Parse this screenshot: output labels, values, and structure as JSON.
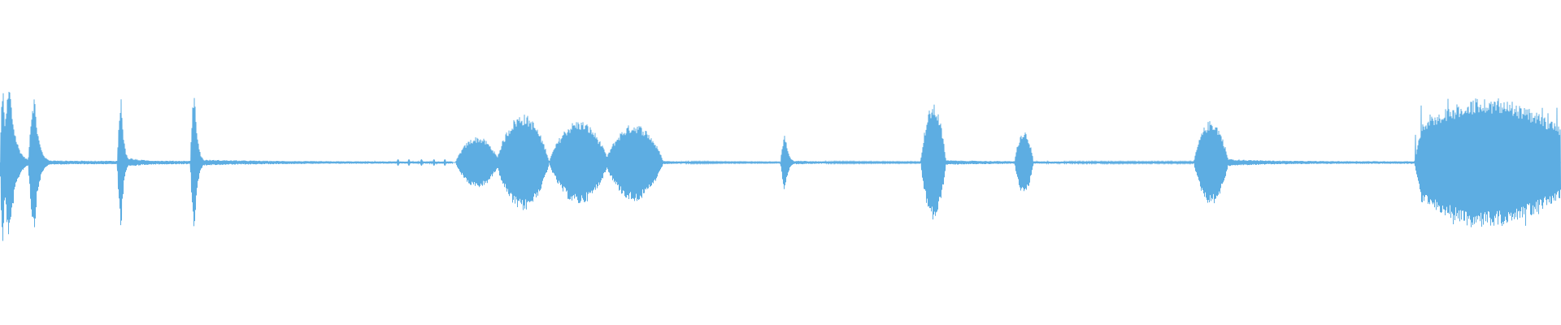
{
  "waveform": {
    "color": "#5dade2",
    "background": "#ffffff",
    "segments": [
      {
        "kind": "burst",
        "start": 0.0,
        "end": 0.008,
        "peak": 0.5,
        "attack": 0.25,
        "freq": 260
      },
      {
        "kind": "burst",
        "start": 0.002,
        "end": 0.02,
        "peak": 0.48,
        "attack": 0.25,
        "freq": 260
      },
      {
        "kind": "burst",
        "start": 0.018,
        "end": 0.032,
        "peak": 0.42,
        "attack": 0.3,
        "freq": 260
      },
      {
        "kind": "burst",
        "start": 0.075,
        "end": 0.083,
        "peak": 0.42,
        "attack": 0.35,
        "freq": 260
      },
      {
        "kind": "burst",
        "start": 0.122,
        "end": 0.131,
        "peak": 0.46,
        "attack": 0.3,
        "freq": 260
      },
      {
        "kind": "blob",
        "start": 0.292,
        "end": 0.32,
        "peak": 0.16,
        "freq": 300
      },
      {
        "kind": "blob",
        "start": 0.318,
        "end": 0.352,
        "peak": 0.3,
        "freq": 300
      },
      {
        "kind": "blob",
        "start": 0.352,
        "end": 0.39,
        "peak": 0.26,
        "freq": 300
      },
      {
        "kind": "blob",
        "start": 0.388,
        "end": 0.425,
        "peak": 0.24,
        "freq": 300
      },
      {
        "kind": "burst",
        "start": 0.5,
        "end": 0.51,
        "peak": 0.18,
        "attack": 0.3,
        "freq": 260
      },
      {
        "kind": "blob",
        "start": 0.59,
        "end": 0.606,
        "peak": 0.36,
        "freq": 300
      },
      {
        "kind": "blob",
        "start": 0.65,
        "end": 0.662,
        "peak": 0.2,
        "freq": 300
      },
      {
        "kind": "blob",
        "start": 0.765,
        "end": 0.787,
        "peak": 0.26,
        "freq": 300
      },
      {
        "kind": "dense",
        "start": 0.906,
        "end": 1.0,
        "peak": 0.4,
        "freq": 300
      }
    ],
    "tails": [
      {
        "start": 0.008,
        "end": 0.08,
        "level": 0.03,
        "decay": 6
      },
      {
        "start": 0.083,
        "end": 0.125,
        "level": 0.03,
        "decay": 6
      },
      {
        "start": 0.131,
        "end": 0.29,
        "level": 0.018,
        "decay": 4
      },
      {
        "start": 0.425,
        "end": 0.5,
        "level": 0.01,
        "decay": 4
      },
      {
        "start": 0.51,
        "end": 0.59,
        "level": 0.012,
        "decay": 5
      },
      {
        "start": 0.606,
        "end": 0.765,
        "level": 0.014,
        "decay": 4
      },
      {
        "start": 0.787,
        "end": 0.906,
        "level": 0.022,
        "decay": 5
      }
    ],
    "dots": [
      0.255,
      0.262,
      0.27,
      0.278,
      0.285
    ]
  }
}
